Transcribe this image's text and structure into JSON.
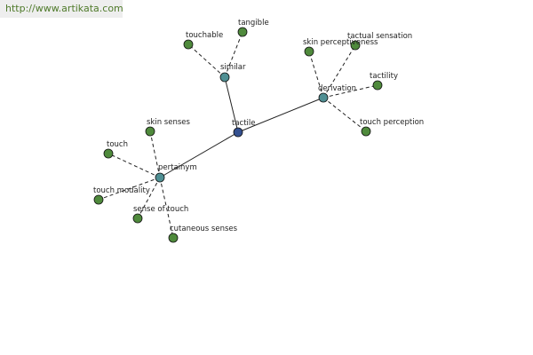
{
  "watermark": {
    "url": "http://www.artikata.com"
  },
  "colors": {
    "root": "#34508f",
    "relation": "#4f8f93",
    "leaf": "#4f8a3c"
  },
  "graph": {
    "root": "tactile",
    "relations": [
      {
        "label": "similar",
        "leaves": [
          "touchable",
          "tangible"
        ]
      },
      {
        "label": "derivation",
        "leaves": [
          "skin perceptiveness",
          "tactual sensation",
          "tactility",
          "touch perception"
        ]
      },
      {
        "label": "pertainym",
        "leaves": [
          "skin senses",
          "touch",
          "touch modality",
          "sense of touch",
          "cutaneous senses"
        ]
      }
    ]
  }
}
